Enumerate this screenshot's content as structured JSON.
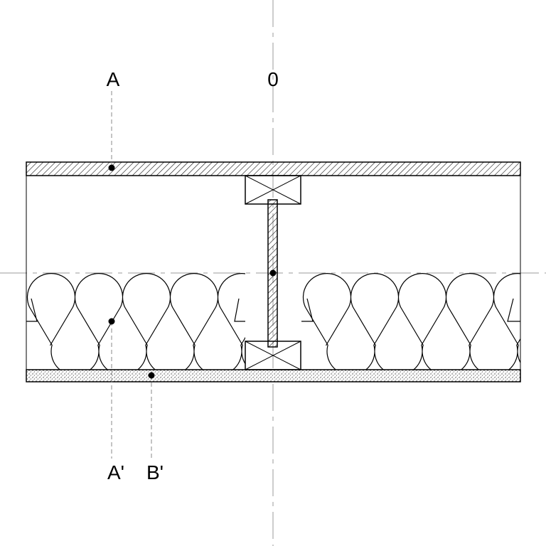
{
  "labels": {
    "top_left": "A",
    "top_center": "0",
    "bottom_left": "A'",
    "bottom_right": "B'"
  },
  "colors": {
    "line": "#000000",
    "centerline": "#9a9a9a",
    "leader": "#8a8a8a",
    "background": "#ffffff"
  },
  "symbols": {
    "top_sheet": "hatched-board",
    "bottom_sheet": "stippled-board",
    "insulation": "batt-insulation-loops",
    "stud": "timber-i-joist"
  }
}
